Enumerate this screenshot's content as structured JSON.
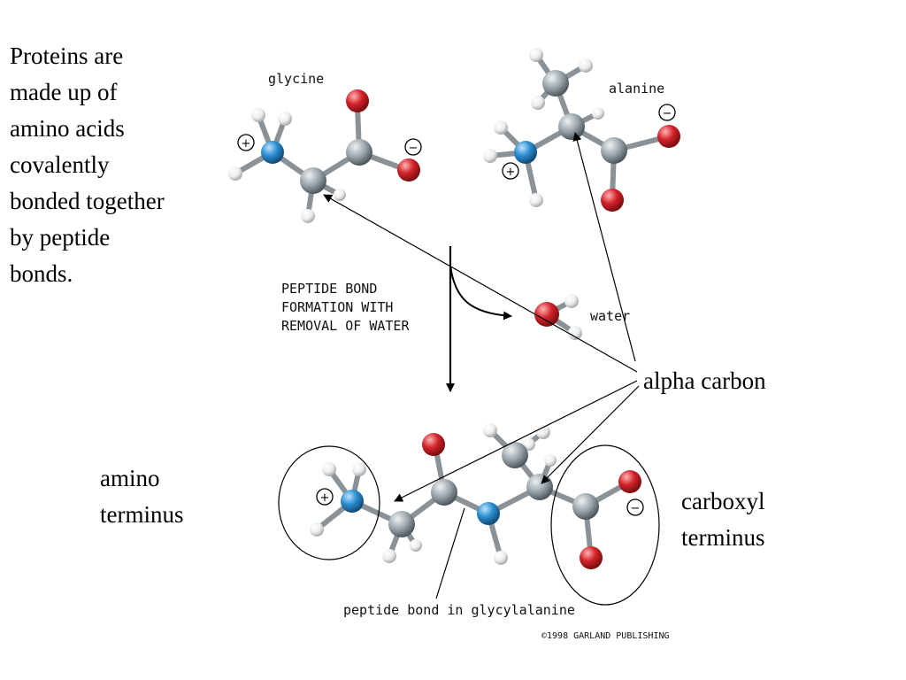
{
  "intro_lines": [
    "Proteins are",
    "made up of",
    "amino acids",
    "covalently",
    "bonded together",
    "by peptide",
    "bonds."
  ],
  "figure": {
    "glycine_label": "glycine",
    "alanine_label": "alanine",
    "reaction_lines": [
      "PEPTIDE BOND",
      "FORMATION WITH",
      "REMOVAL OF WATER"
    ],
    "water_label": "water",
    "peptide_bond_label": "peptide bond in glycylalanine",
    "copyright": "©1998 GARLAND PUBLISHING",
    "plus_sign": "+",
    "minus_sign": "−"
  },
  "annotations": {
    "alpha_carbon": "alpha carbon",
    "amino_terminus": [
      "amino",
      "terminus"
    ],
    "carboxyl_terminus": [
      "carboxyl",
      "terminus"
    ]
  },
  "atom_colors": {
    "carbon": "#9aa4ab",
    "oxygen": "#d2232a",
    "nitrogen": "#2b8fd0",
    "hydrogen": "#f2f2f2"
  }
}
